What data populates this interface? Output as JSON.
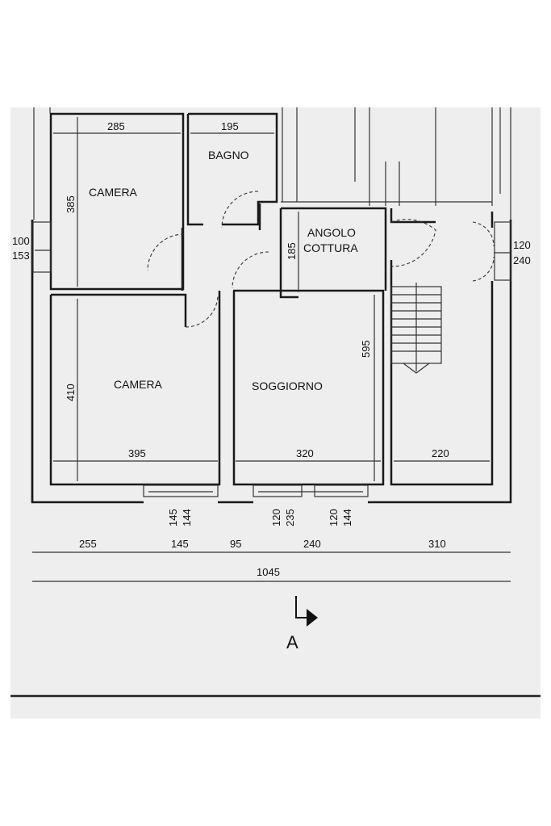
{
  "rooms": {
    "camera_top": "CAMERA",
    "bagno": "BAGNO",
    "angolo_line1": "ANGOLO",
    "angolo_line2": "COTTURA",
    "camera_bottom": "CAMERA",
    "soggiorno": "SOGGIORNO"
  },
  "dimensions": {
    "camera_top_width": "285",
    "bagno_width": "195",
    "camera_top_height": "385",
    "angolo_height": "185",
    "window_left_a": "100",
    "window_left_b": "153",
    "window_right_a": "120",
    "window_right_b": "240",
    "soggiorno_height": "595",
    "camera_bottom_height": "410",
    "camera_bottom_width": "395",
    "soggiorno_width": "320",
    "stair_width": "220",
    "win1_a": "145",
    "win1_b": "144",
    "win2_a": "120",
    "win2_b": "235",
    "win3_a": "120",
    "win3_b": "144"
  },
  "bottom_dims": {
    "d1": "255",
    "d2": "145",
    "d3": "95",
    "d4": "240",
    "d5": "310",
    "total": "1045"
  },
  "section_marker": "A"
}
